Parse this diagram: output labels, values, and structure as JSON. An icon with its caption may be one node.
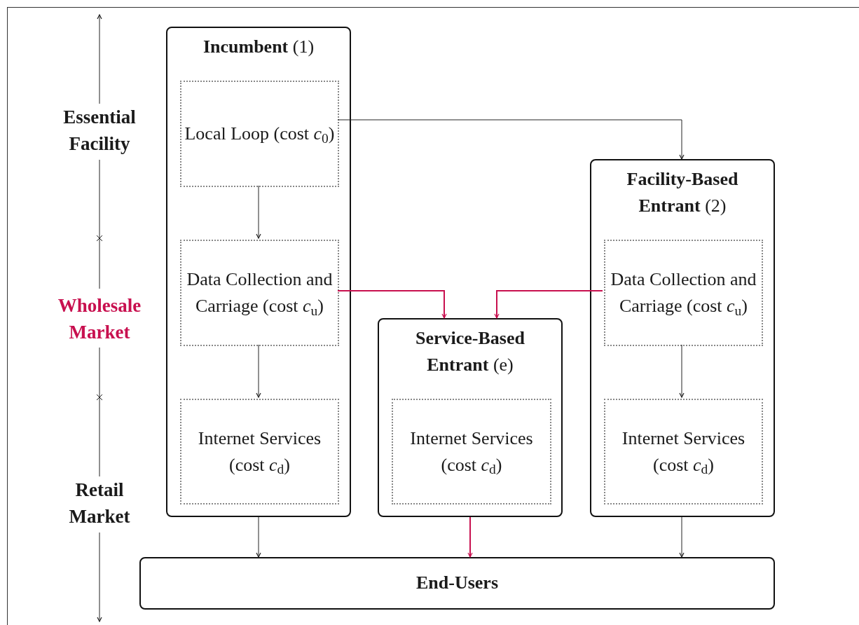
{
  "diagram": {
    "nodes": [
      {
        "text": [
          "**Incumbent** (1)"
        ]
      },
      {
        "text": [
          "Local Loop (cost *c*$_{0}$)"
        ],
        "in": 0
      },
      {
        "text": [
          "Data Collection and Carriage (cost *c*$_{u}$)"
        ],
        "in": 0
      },
      {
        "text": [
          "Internet Services (cost *c*$_{d}$)"
        ],
        "in": 0
      },
      {
        "text": [
          "**Facility-Based Entrant** (2)"
        ]
      },
      {
        "text": [
          "Data Collection and Carriage (cost *c*$_{u}$)"
        ],
        "in": 4
      },
      {
        "text": [
          "Internet Services (cost *c*$_{d}$)"
        ],
        "in": 4
      },
      {
        "text": [
          "**Service-Based Entrant** (e)"
        ]
      },
      {
        "text": [
          "Internet Services (cost *c*$_{d}$)"
        ],
        "in": 7
      },
      {
        "text": [
          "End-Users"
        ]
      }
    ],
    "edges": [
      {
        "from": 1,
        "to": 4,
        "arrow": "to"
      },
      {
        "from": 1,
        "to": 2,
        "arrow": "to"
      },
      {
        "from": 2,
        "to": 3,
        "arrow": "to"
      },
      {
        "from": 5,
        "to": 6,
        "arrow": "to"
      },
      {
        "from": 2,
        "to": 7,
        "arrow": "to",
        "color": "#c8104f"
      },
      {
        "from": 5,
        "to": 7,
        "arrow": "to",
        "color": "#c8104f"
      },
      {
        "from": 0,
        "to": 9,
        "arrow": "to"
      },
      {
        "from": 7,
        "to": 9,
        "arrow": "to",
        "color": "#c8104f"
      },
      {
        "from": 4,
        "to": 9,
        "arrow": "to"
      }
    ],
    "labels": [
      "Essential Facility",
      "Wholesale Market",
      "Retail Market"
    ]
  }
}
